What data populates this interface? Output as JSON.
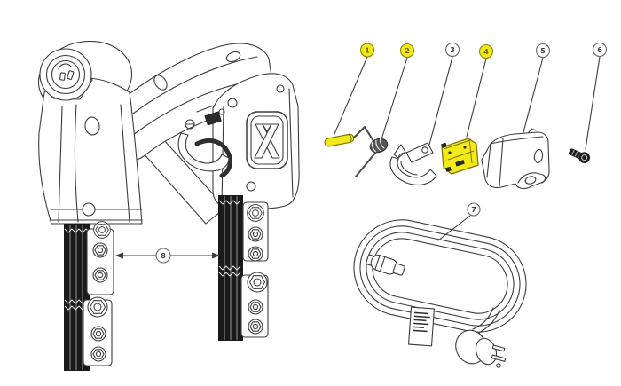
{
  "figure": {
    "kind": "exploded-parts-diagram",
    "colors": {
      "background": "#ffffff",
      "line": "#3c3c3c",
      "highlight": "#f3e918",
      "lead": "#1a1a1a"
    },
    "balloons": [
      {
        "label": "1",
        "part": "pin",
        "highlighted": true
      },
      {
        "label": "2",
        "part": "torsion-spring",
        "highlighted": true
      },
      {
        "label": "3",
        "part": "trigger-lever",
        "highlighted": false
      },
      {
        "label": "4",
        "part": "micro-switch",
        "highlighted": true
      },
      {
        "label": "5",
        "part": "switch-cover",
        "highlighted": false
      },
      {
        "label": "6",
        "part": "screw",
        "highlighted": false
      },
      {
        "label": "7",
        "part": "power-cord-assembly",
        "highlighted": false
      },
      {
        "label": "8",
        "part": "flexible-leads",
        "highlighted": false
      }
    ]
  }
}
